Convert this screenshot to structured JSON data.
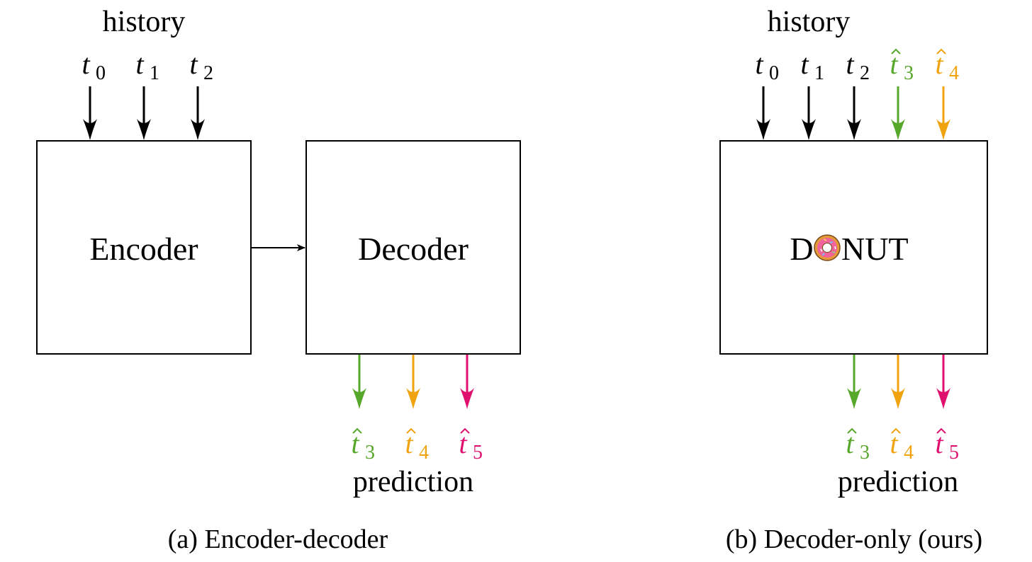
{
  "colors": {
    "black": "#000000",
    "green": "#56a72a",
    "orange": "#f0a30f",
    "magenta": "#e0106f",
    "donut_dough": "#e59a3a",
    "donut_icing": "#f0649b"
  },
  "panel_a": {
    "history_label": "history",
    "inputs": [
      {
        "base": "t",
        "sub": "0",
        "hat": false,
        "color": "black"
      },
      {
        "base": "t",
        "sub": "1",
        "hat": false,
        "color": "black"
      },
      {
        "base": "t",
        "sub": "2",
        "hat": false,
        "color": "black"
      }
    ],
    "encoder_label": "Encoder",
    "decoder_label": "Decoder",
    "outputs": [
      {
        "base": "t",
        "sub": "3",
        "hat": true,
        "color": "green"
      },
      {
        "base": "t",
        "sub": "4",
        "hat": true,
        "color": "orange"
      },
      {
        "base": "t",
        "sub": "5",
        "hat": true,
        "color": "magenta"
      }
    ],
    "prediction_label": "prediction",
    "caption": "(a) Encoder-decoder"
  },
  "panel_b": {
    "history_label": "history",
    "inputs": [
      {
        "base": "t",
        "sub": "0",
        "hat": false,
        "color": "black"
      },
      {
        "base": "t",
        "sub": "1",
        "hat": false,
        "color": "black"
      },
      {
        "base": "t",
        "sub": "2",
        "hat": false,
        "color": "black"
      },
      {
        "base": "t",
        "sub": "3",
        "hat": true,
        "color": "green"
      },
      {
        "base": "t",
        "sub": "4",
        "hat": true,
        "color": "orange"
      }
    ],
    "model_label_before": "D",
    "model_logo": "donut-icon",
    "model_label_after": "NUT",
    "outputs": [
      {
        "base": "t",
        "sub": "3",
        "hat": true,
        "color": "green"
      },
      {
        "base": "t",
        "sub": "4",
        "hat": true,
        "color": "orange"
      },
      {
        "base": "t",
        "sub": "5",
        "hat": true,
        "color": "magenta"
      }
    ],
    "prediction_label": "prediction",
    "caption": "(b) Decoder-only (ours)"
  }
}
